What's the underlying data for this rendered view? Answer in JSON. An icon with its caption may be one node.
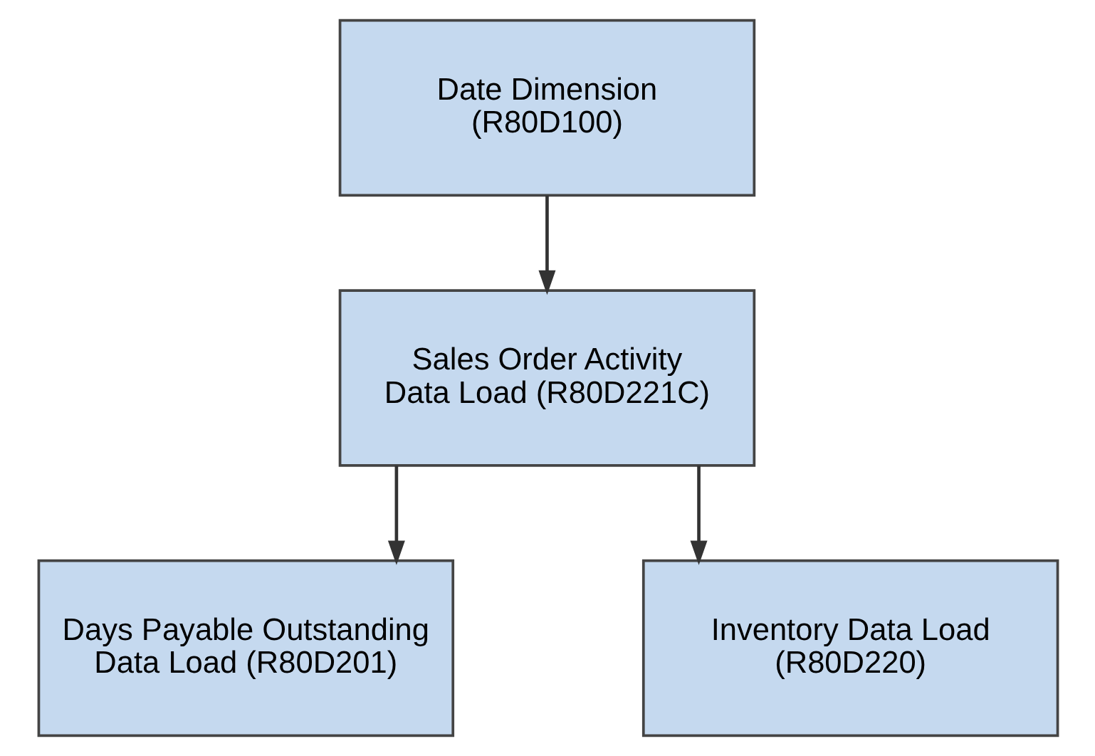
{
  "diagram": {
    "nodes": [
      {
        "text": [
          "Date Dimension (R80D100)"
        ]
      },
      {
        "text": [
          "Sales Order Activity Data Load (R80D221C)"
        ]
      },
      {
        "text": [
          "Days Payable Outstanding Data Load (R80D201)"
        ]
      },
      {
        "text": [
          "Inventory Data Load (R80D220)"
        ]
      }
    ],
    "edges": [
      {
        "from": 0,
        "to": 1,
        "arrow": "to"
      },
      {
        "from": 1,
        "to": 2,
        "arrow": "to"
      },
      {
        "from": 1,
        "to": 3,
        "arrow": "to"
      }
    ]
  }
}
